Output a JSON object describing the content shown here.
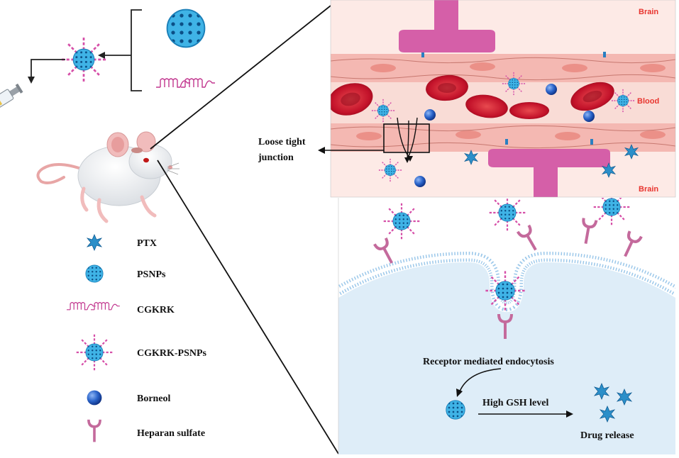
{
  "figure": {
    "regions": {
      "brain_top": "Brain",
      "blood": "Blood",
      "brain_bottom": "Brain"
    },
    "annotations": {
      "loose_junction_line1": "Loose tight",
      "loose_junction_line2": "junction",
      "endocytosis": "Receptor mediated endocytosis",
      "gsh": "High GSH level",
      "release": "Drug release"
    },
    "legend": [
      {
        "label": "PTX",
        "icon": "star-icon"
      },
      {
        "label": "PSNPs",
        "icon": "nanoparticle-icon"
      },
      {
        "label": "CGKRK",
        "icon": "peptide-icon"
      },
      {
        "label": "CGKRK-PSNPs",
        "icon": "decorated-nanoparticle-icon"
      },
      {
        "label": "Borneol",
        "icon": "blue-sphere-icon"
      },
      {
        "label": "Heparan sulfate",
        "icon": "receptor-icon"
      }
    ],
    "colors": {
      "nanoparticle": "#2aa3d8",
      "peptide": "#d64fa8",
      "vessel_wall": "#f4b8b2",
      "brain_bg": "#fdeae6",
      "red_blood_cell": "#c8102e",
      "cell_interior": "#deedf8",
      "receptor": "#c46a9c",
      "borneol": "#1f5fc4"
    }
  }
}
